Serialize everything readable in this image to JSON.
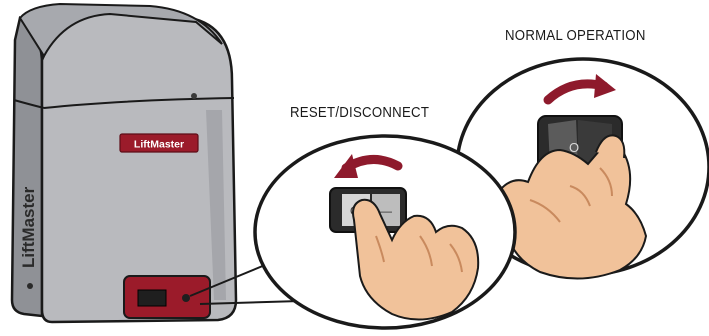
{
  "labels": {
    "reset_disconnect": "RESET/DISCONNECT",
    "normal_operation": "NORMAL OPERATION"
  },
  "unit": {
    "brand_badge": "LiftMaster",
    "side_brand": "LiftMaster"
  },
  "switch_symbols": {
    "off": "O",
    "on": "—"
  },
  "colors": {
    "housing": "#b8b9bd",
    "housing_dark": "#8e9095",
    "outline": "#1a1a1a",
    "brand_red": "#9b1b2a",
    "arrow_red": "#8e1a2c",
    "skin": "#f1c29a",
    "skin_shadow": "#d89a6e"
  }
}
